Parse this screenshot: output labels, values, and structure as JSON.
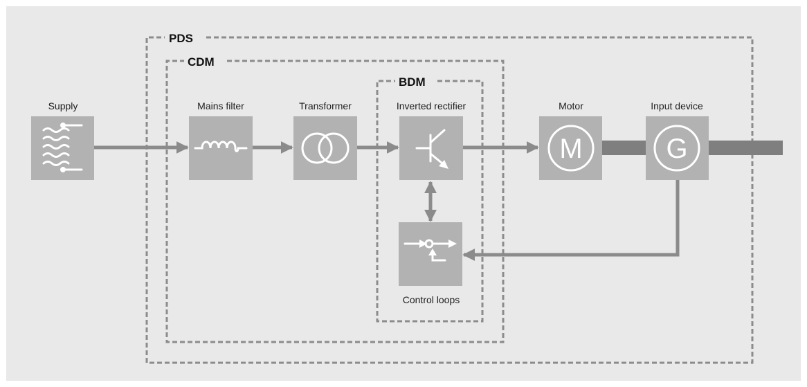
{
  "groups": {
    "pds": "PDS",
    "cdm": "CDM",
    "bdm": "BDM"
  },
  "blocks": {
    "supply": "Supply",
    "mains_filter": "Mains filter",
    "transformer": "Transformer",
    "inverted_rectifier": "Inverted rectifier",
    "motor": "Motor",
    "input_device": "Input device",
    "control_loops": "Control loops"
  },
  "symbols": {
    "motor": "M",
    "input_device": "G"
  },
  "icons": {
    "supply": "ac-supply-icon",
    "mains_filter": "inductor-coil-icon",
    "transformer": "transformer-circles-icon",
    "inverted_rectifier": "transistor-icon",
    "motor": "motor-m-icon",
    "input_device": "generator-g-icon",
    "control_loops": "summing-junction-icon"
  },
  "colors": {
    "background": "#e9e9e9",
    "block_fill": "#b2b2b2",
    "arrow": "#8b8b8b",
    "shaft": "#7f7f7f",
    "dashed_border": "#8c8c8c",
    "icon_stroke": "#ffffff",
    "text": "#1e1e1e"
  }
}
